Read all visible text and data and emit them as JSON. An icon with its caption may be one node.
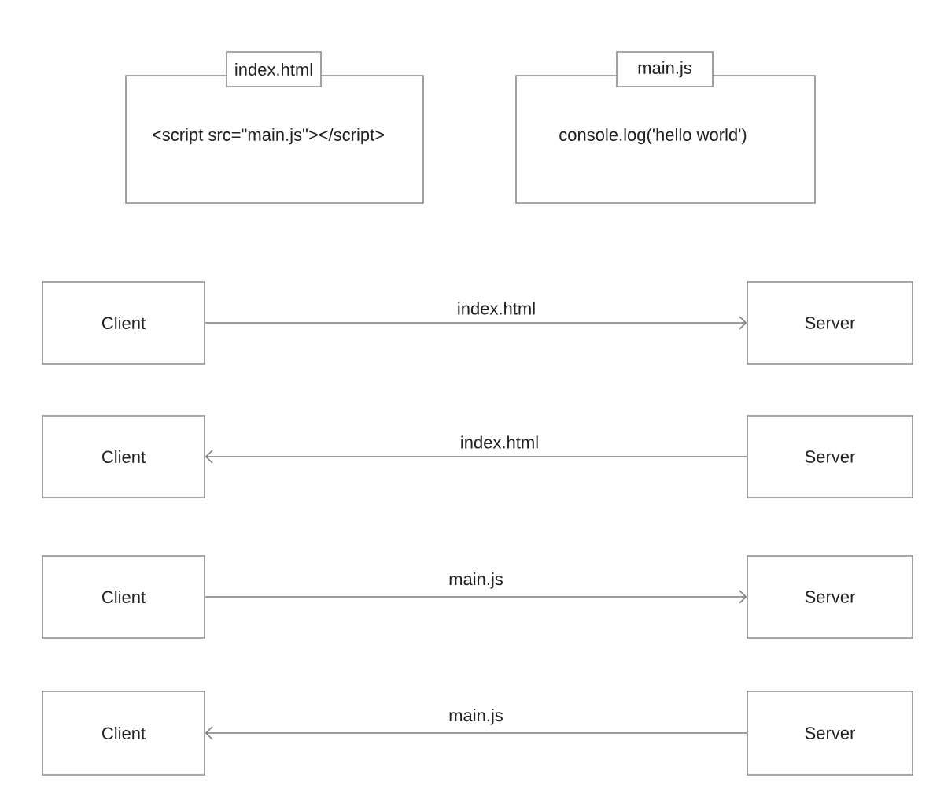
{
  "diagram": {
    "nodes": [
      {
        "text": [
          "index.html",
          "<script src=\"main.js\"></script>"
        ]
      },
      {
        "text": [
          "main.js",
          "console.log('hello world')"
        ]
      },
      {
        "text": [
          "Client"
        ]
      },
      {
        "text": [
          "Server"
        ]
      },
      {
        "text": [
          "Client"
        ]
      },
      {
        "text": [
          "Server"
        ]
      },
      {
        "text": [
          "Client"
        ]
      },
      {
        "text": [
          "Server"
        ]
      },
      {
        "text": [
          "Client"
        ]
      },
      {
        "text": [
          "Server"
        ]
      }
    ],
    "edges": [
      {
        "from": 2,
        "to": 3,
        "arrow": "to",
        "label": "index.html"
      },
      {
        "from": 5,
        "to": 4,
        "arrow": "to",
        "label": "index.html"
      },
      {
        "from": 6,
        "to": 7,
        "arrow": "to",
        "label": "main.js"
      },
      {
        "from": 9,
        "to": 8,
        "arrow": "to",
        "label": "main.js"
      }
    ]
  }
}
